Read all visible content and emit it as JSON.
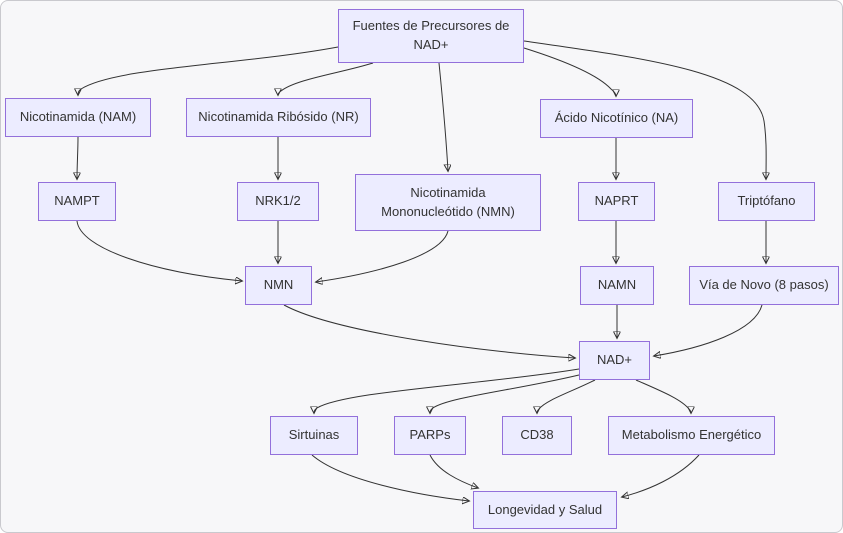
{
  "diagram": {
    "type": "flowchart",
    "direction": "top-down",
    "colors": {
      "node_fill": "#ECECFF",
      "node_border": "#9370DB",
      "edge": "#333333",
      "text": "#333333",
      "background": "#f7f7f9"
    },
    "nodes": [
      {
        "id": "fuentes",
        "label": "Fuentes de Precursores de NAD+"
      },
      {
        "id": "nam",
        "label": "Nicotinamida (NAM)"
      },
      {
        "id": "nr",
        "label": "Nicotinamida Ribósido (NR)"
      },
      {
        "id": "na",
        "label": "Ácido Nicotínico (NA)"
      },
      {
        "id": "nampt",
        "label": "NAMPT"
      },
      {
        "id": "nrk12",
        "label": "NRK1/2"
      },
      {
        "id": "nmn-mono",
        "label": "Nicotinamida Mononucleótido (NMN)"
      },
      {
        "id": "naprt",
        "label": "NAPRT"
      },
      {
        "id": "triptofano",
        "label": "Triptófano"
      },
      {
        "id": "nmn",
        "label": "NMN"
      },
      {
        "id": "namn",
        "label": "NAMN"
      },
      {
        "id": "via-de-novo",
        "label": "Vía de Novo (8 pasos)"
      },
      {
        "id": "nad",
        "label": "NAD+"
      },
      {
        "id": "sirtuinas",
        "label": "Sirtuinas"
      },
      {
        "id": "parps",
        "label": "PARPs"
      },
      {
        "id": "cd38",
        "label": "CD38"
      },
      {
        "id": "metabolismo",
        "label": "Metabolismo Energético"
      },
      {
        "id": "longevidad",
        "label": "Longevidad y Salud"
      }
    ],
    "edges": [
      {
        "from": "fuentes",
        "to": "nam"
      },
      {
        "from": "fuentes",
        "to": "nr"
      },
      {
        "from": "fuentes",
        "to": "nmn-mono"
      },
      {
        "from": "fuentes",
        "to": "na"
      },
      {
        "from": "fuentes",
        "to": "triptofano"
      },
      {
        "from": "nam",
        "to": "nampt"
      },
      {
        "from": "nr",
        "to": "nrk12"
      },
      {
        "from": "na",
        "to": "naprt"
      },
      {
        "from": "nampt",
        "to": "nmn"
      },
      {
        "from": "nrk12",
        "to": "nmn"
      },
      {
        "from": "nmn-mono",
        "to": "nmn"
      },
      {
        "from": "naprt",
        "to": "namn"
      },
      {
        "from": "triptofano",
        "to": "via-de-novo"
      },
      {
        "from": "nmn",
        "to": "nad"
      },
      {
        "from": "namn",
        "to": "nad"
      },
      {
        "from": "via-de-novo",
        "to": "nad"
      },
      {
        "from": "nad",
        "to": "sirtuinas"
      },
      {
        "from": "nad",
        "to": "parps"
      },
      {
        "from": "nad",
        "to": "cd38"
      },
      {
        "from": "nad",
        "to": "metabolismo"
      },
      {
        "from": "sirtuinas",
        "to": "longevidad"
      },
      {
        "from": "parps",
        "to": "longevidad"
      },
      {
        "from": "metabolismo",
        "to": "longevidad"
      }
    ]
  }
}
